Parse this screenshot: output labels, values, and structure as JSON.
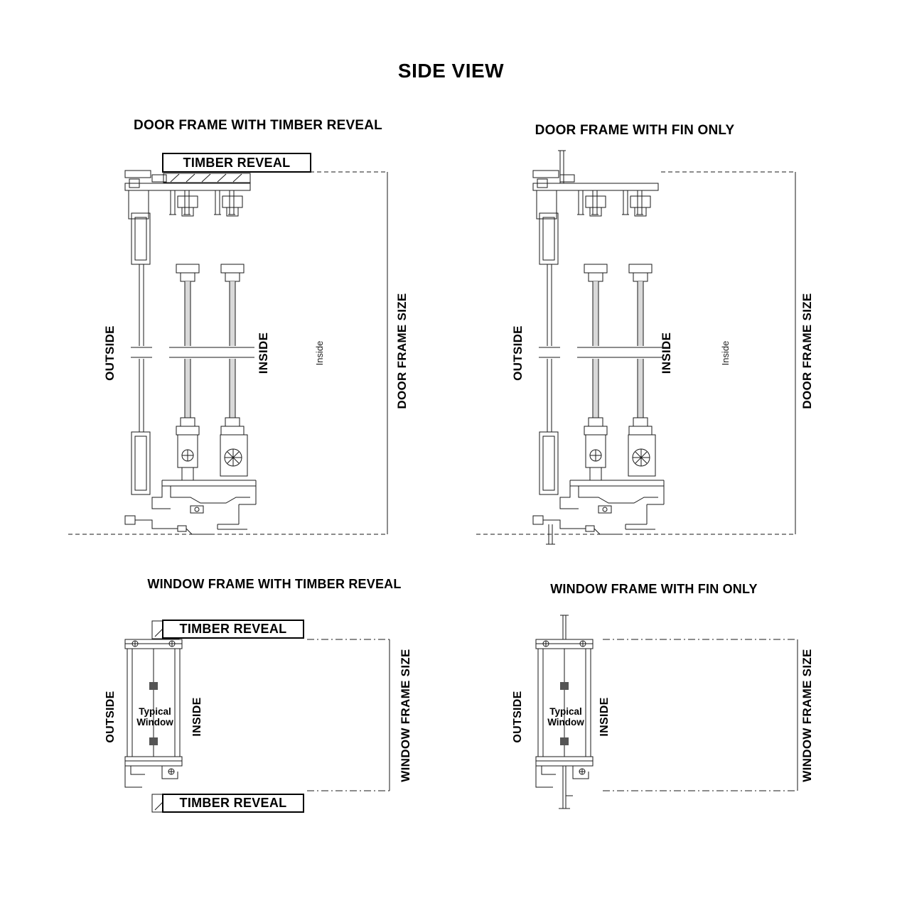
{
  "title": "SIDE VIEW",
  "door_timber": {
    "title": "DOOR FRAME WITH TIMBER REVEAL",
    "timber_reveal": "TIMBER REVEAL",
    "outside": "OUTSIDE",
    "inside": "INSIDE",
    "inside_note": "Inside",
    "frame_size": "DOOR FRAME SIZE"
  },
  "door_fin": {
    "title": "DOOR FRAME WITH FIN ONLY",
    "outside": "OUTSIDE",
    "inside": "INSIDE",
    "inside_note": "Inside",
    "frame_size": "DOOR FRAME SIZE"
  },
  "window_timber": {
    "title": "WINDOW FRAME WITH TIMBER REVEAL",
    "timber_reveal_top": "TIMBER REVEAL",
    "timber_reveal_bottom": "TIMBER REVEAL",
    "outside": "OUTSIDE",
    "inside": "INSIDE",
    "window_note": "Typical Window",
    "frame_size": "WINDOW FRAME SIZE"
  },
  "window_fin": {
    "title": "WINDOW FRAME WITH FIN ONLY",
    "outside": "OUTSIDE",
    "inside": "INSIDE",
    "window_note": "Typical Window",
    "frame_size": "WINDOW FRAME SIZE"
  },
  "colors": {
    "line": "#1a1a1a",
    "glass_fill": "#d9d9d9",
    "background": "#ffffff"
  }
}
